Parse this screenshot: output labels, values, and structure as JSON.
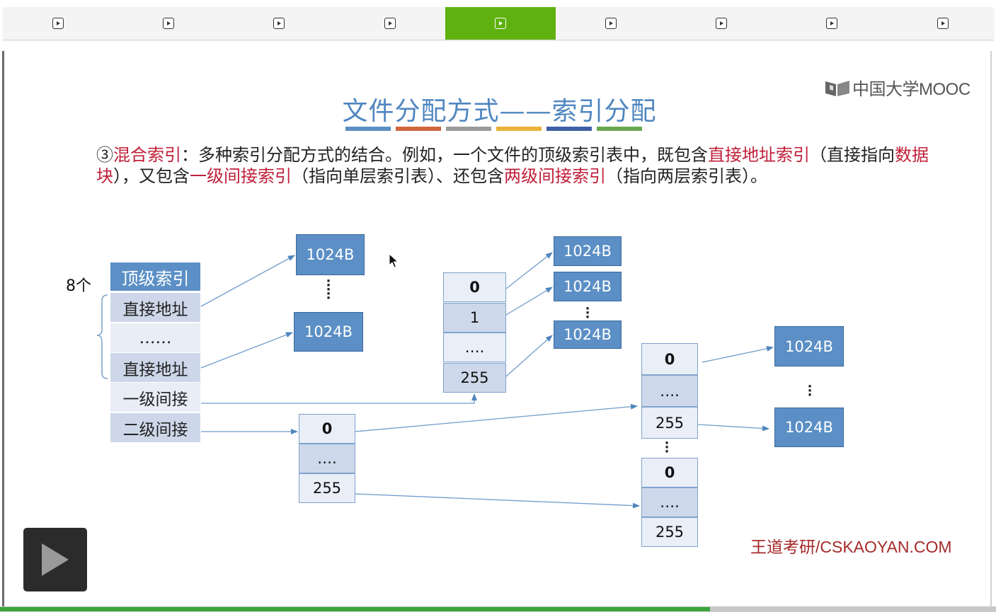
{
  "tabbar": {
    "tabs": [
      {
        "active": false
      },
      {
        "active": false
      },
      {
        "active": false
      },
      {
        "active": false
      },
      {
        "active": true
      },
      {
        "active": false
      },
      {
        "active": false
      },
      {
        "active": false
      },
      {
        "active": false
      }
    ],
    "active_color": "#5fb10f"
  },
  "slide": {
    "title": "文件分配方式——索引分配",
    "title_bar_colors": [
      "#5b8fc5",
      "#d0663c",
      "#9a9a9a",
      "#e8b23a",
      "#3f5fa5",
      "#6aa84f"
    ],
    "logo_text": "中国大学MOOC",
    "description": {
      "part1": "③",
      "term1": "混合索引",
      "part2": "：多种索引分配方式的结合。例如，一个文件的顶级索引表中，既包含",
      "term2": "直接地址索引",
      "part3": "（直接指向",
      "term3": "数据块",
      "part4": "），又包含",
      "term4": "一级间接索引",
      "part5": "（指向单层索引表）、还包含",
      "term5": "两级间接索引",
      "part6": "（指向两层索引表）。"
    },
    "diagram": {
      "top_table": {
        "header": "顶级索引",
        "rows": [
          "直接地址",
          "……",
          "直接地址",
          "一级间接",
          "二级间接"
        ]
      },
      "brace_label": "8个",
      "block_label": "1024B",
      "stack_labels": {
        "zero": "0",
        "one": "1",
        "dots": "….",
        "last": "255"
      }
    },
    "footer": "王道考研/CSKAOYAN.COM"
  },
  "player": {
    "progress_fraction": 0.713,
    "progress_color": "#3aa63a"
  }
}
